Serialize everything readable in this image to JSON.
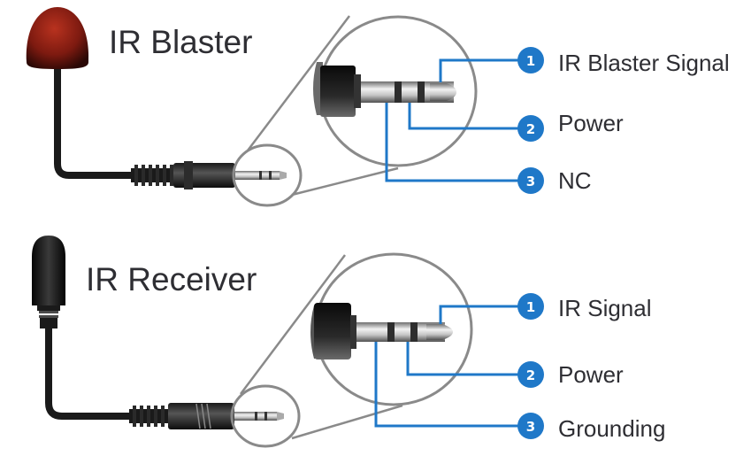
{
  "colors": {
    "wire": "#1f78c8",
    "badge": "#1f78c8",
    "text": "#2e2e33",
    "blaster_head": "#8b1d12",
    "cable": "#1a1a1a",
    "zoom_ring": "#8a8a8a"
  },
  "devices": [
    {
      "title": "IR Blaster",
      "pins": [
        {
          "number": "1",
          "label": "IR Blaster Signal"
        },
        {
          "number": "2",
          "label": "Power"
        },
        {
          "number": "3",
          "label": "NC"
        }
      ]
    },
    {
      "title": "IR Receiver",
      "pins": [
        {
          "number": "1",
          "label": "IR Signal"
        },
        {
          "number": "2",
          "label": "Power"
        },
        {
          "number": "3",
          "label": "Grounding"
        }
      ]
    }
  ]
}
